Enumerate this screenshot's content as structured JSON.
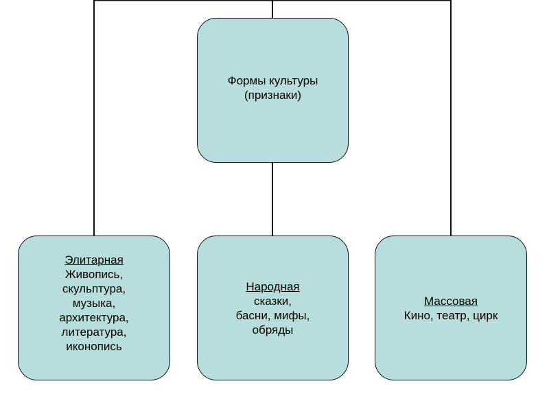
{
  "colors": {
    "box_fill": "#b7dddd",
    "border": "#111111",
    "line": "#111111",
    "background": "#ffffff"
  },
  "root": {
    "text": "Формы культуры\n(признаки)"
  },
  "children": [
    {
      "title": "Элитарная",
      "text": "Живопись,\nскульптура,\nмузыка,\nархитектура,\nлитература,\nиконопись"
    },
    {
      "title": "Народная",
      "text": "сказки,\nбасни, мифы,\nобряды"
    },
    {
      "title": "Массовая",
      "text": "Кино, театр, цирк"
    }
  ]
}
